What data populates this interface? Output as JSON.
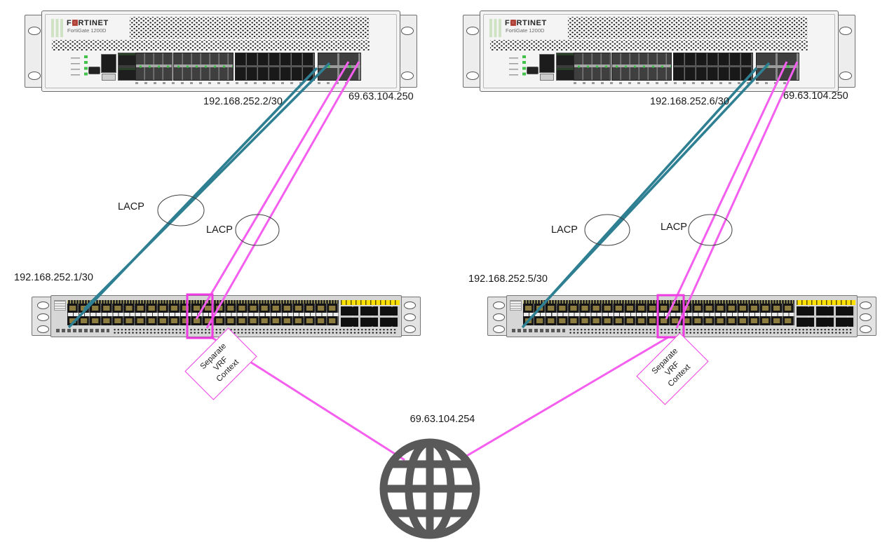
{
  "diagram": {
    "type": "network-topology",
    "description": "Dual FortiGate firewalls uplinked to two 48-port switches with LACP port-channels and separate VRF contexts to the Internet"
  },
  "colors": {
    "teal_link": "#2F7F93",
    "pink_link": "#F55FEF",
    "pink_accent": "#EE3BE2",
    "globe": "#595959",
    "ellipse_outline": "#3F3F3F",
    "led_green": "#43C24B",
    "uplink_label_yellow": "#FFE100",
    "text": "#1A1A1A"
  },
  "devices": {
    "fortigate": {
      "brand": "FORTINET",
      "model": "FortiGate 1200D"
    },
    "switch": {
      "description": "48-port switch with 6 QSFP uplinks"
    }
  },
  "labels": {
    "fg1_internal_ip": "192.168.252.2/30",
    "fg1_wan_ip": "69.63.104.250",
    "fg2_internal_ip": "192.168.252.6/30",
    "fg2_wan_ip": "69.63.104.250",
    "sw1_ip": "192.168.252.1/30",
    "sw2_ip": "192.168.252.5/30",
    "internet_ip": "69.63.104.254",
    "vrf_context": [
      "Separate",
      "VRF",
      "Context"
    ]
  },
  "connections": [
    {
      "from": "fortigate-1",
      "to": "switch-1",
      "label": "LACP",
      "links": 2,
      "color": "teal"
    },
    {
      "from": "fortigate-1",
      "to": "switch-1-vrf",
      "label": "LACP",
      "links": 2,
      "color": "pink"
    },
    {
      "from": "fortigate-2",
      "to": "switch-2",
      "label": "LACP",
      "links": 2,
      "color": "teal"
    },
    {
      "from": "fortigate-2",
      "to": "switch-2-vrf",
      "label": "LACP",
      "links": 2,
      "color": "pink"
    },
    {
      "from": "switch-1-vrf",
      "to": "internet",
      "links": 1,
      "color": "pink"
    },
    {
      "from": "switch-2-vrf",
      "to": "internet",
      "links": 1,
      "color": "pink"
    }
  ]
}
